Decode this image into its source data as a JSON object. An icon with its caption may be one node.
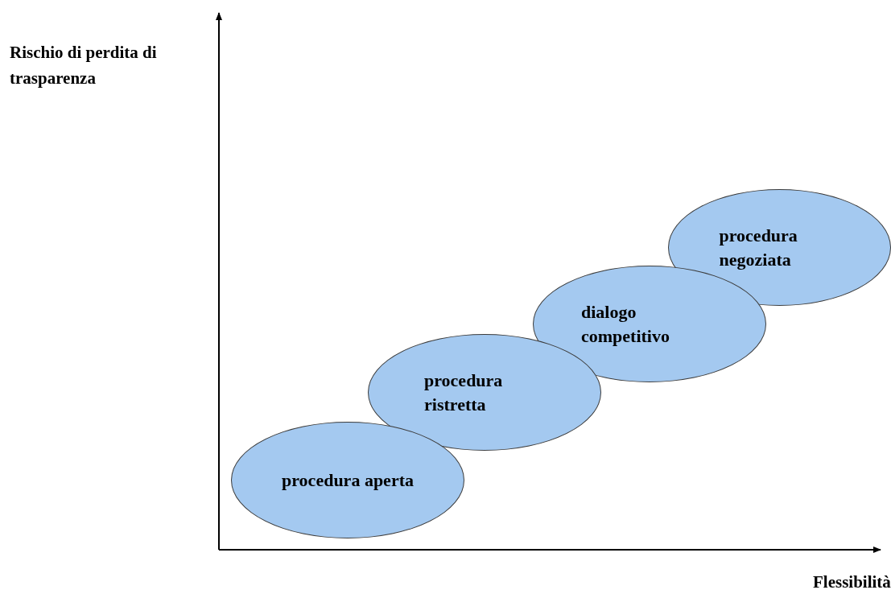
{
  "diagram": {
    "nodes": [
      {
        "text": [
          "procedura aperta"
        ]
      },
      {
        "text": [
          "procedura ristretta"
        ]
      },
      {
        "text": [
          "dialogo competitivo"
        ]
      },
      {
        "text": [
          "procedura negoziata"
        ]
      }
    ],
    "labels": [
      "Rischio di perdita di trasparenza",
      "Flessibilità"
    ]
  }
}
